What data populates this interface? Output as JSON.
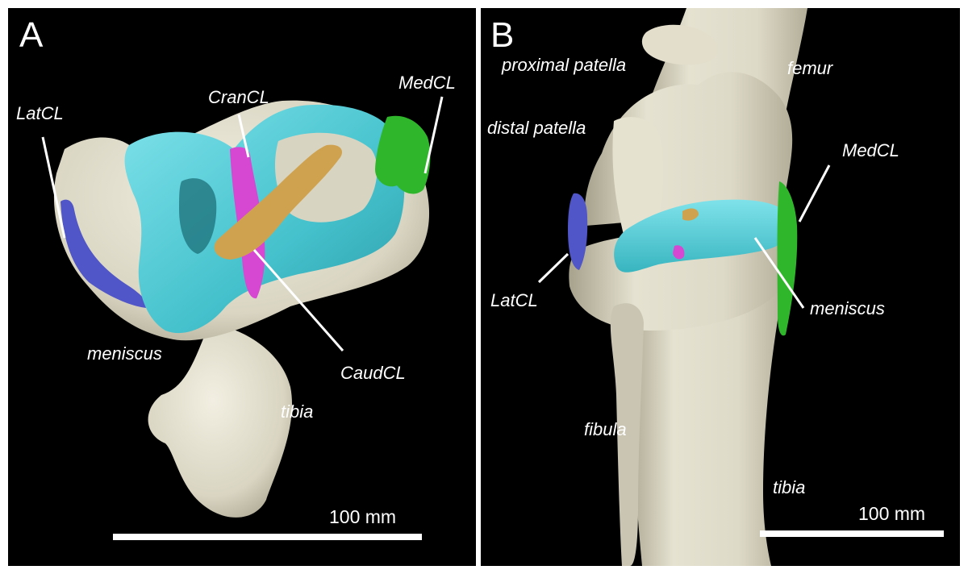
{
  "panels": [
    {
      "letter": "A",
      "labels": {
        "latcl": "LatCL",
        "crancl": "CranCL",
        "medcl": "MedCL",
        "meniscus": "meniscus",
        "caudcl": "CaudCL",
        "tibia": "tibia"
      },
      "scale_bar": "100 mm"
    },
    {
      "letter": "B",
      "labels": {
        "proximal_patella": "proximal patella",
        "femur": "femur",
        "distal_patella": "distal patella",
        "medcl": "MedCL",
        "latcl": "LatCL",
        "meniscus": "meniscus",
        "fibula": "fibula",
        "tibia": "tibia"
      },
      "scale_bar": "100 mm"
    }
  ],
  "colors": {
    "background": "#000000",
    "bone": "#dcd8c6",
    "meniscus": "#4fc7cf",
    "latcl": "#5055c8",
    "medcl": "#2fb62b",
    "crancl": "#d648d2",
    "caudcl": "#cfa24f",
    "text": "#ffffff"
  }
}
